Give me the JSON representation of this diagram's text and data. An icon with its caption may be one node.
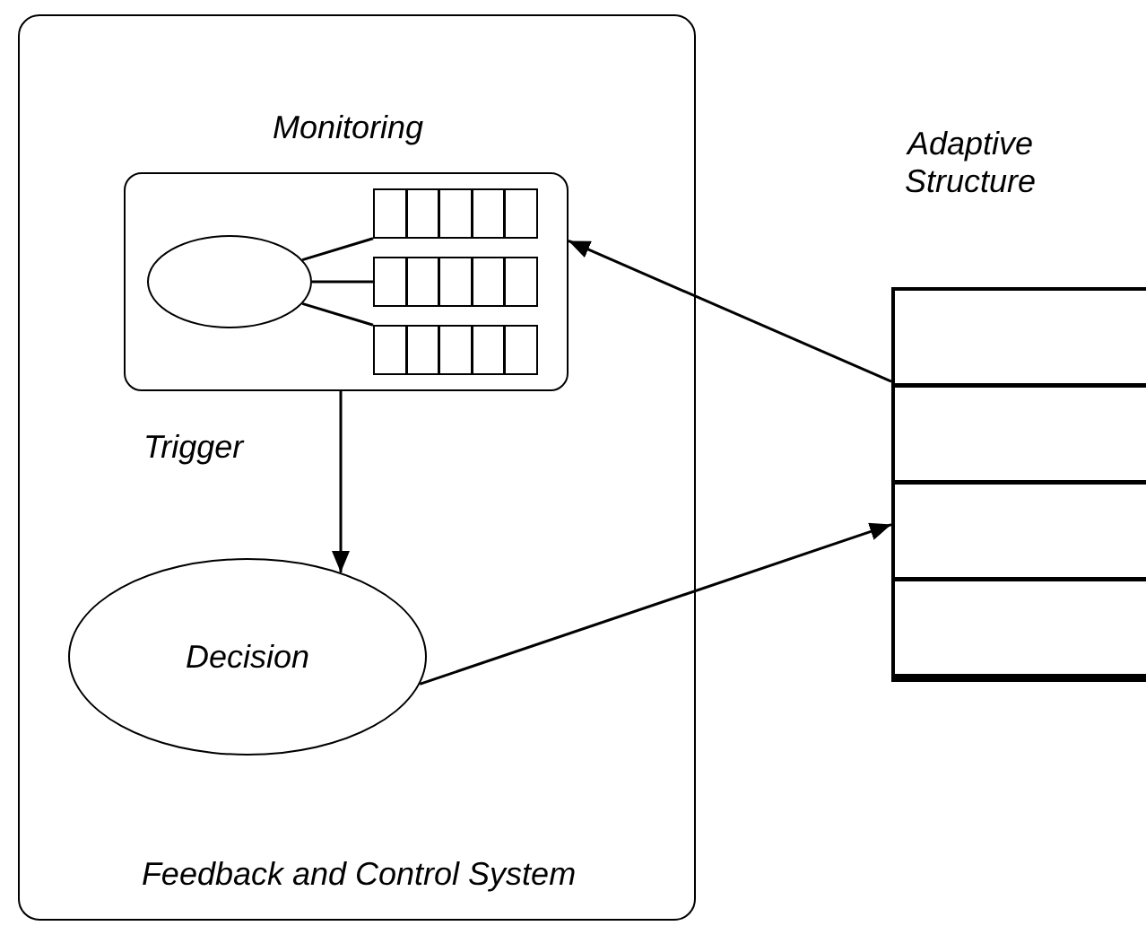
{
  "diagram": {
    "nodes": [
      {
        "text": [
          "Feedback and Control System"
        ]
      },
      {
        "text": [
          "Monitoring"
        ],
        "in": 0
      },
      {
        "text": [],
        "shape": "ellipse",
        "in": 1
      },
      {
        "text": [],
        "shape": "bar",
        "in": 1
      },
      {
        "text": [],
        "shape": "bar",
        "in": 1
      },
      {
        "text": [],
        "shape": "bar",
        "in": 1
      },
      {
        "text": [
          "Decision"
        ],
        "in": 0
      },
      {
        "text": [
          "Adaptive Structure"
        ]
      }
    ],
    "edges": [
      {
        "from": 2,
        "to": 3,
        "arrow": "none"
      },
      {
        "from": 2,
        "to": 4,
        "arrow": "none"
      },
      {
        "from": 2,
        "to": 5,
        "arrow": "none"
      },
      {
        "from": 1,
        "to": 6,
        "label": "Trigger",
        "arrow": "to"
      },
      {
        "from": 7,
        "to": 1,
        "arrow": "to"
      },
      {
        "from": 6,
        "to": 7,
        "arrow": "to"
      }
    ]
  }
}
